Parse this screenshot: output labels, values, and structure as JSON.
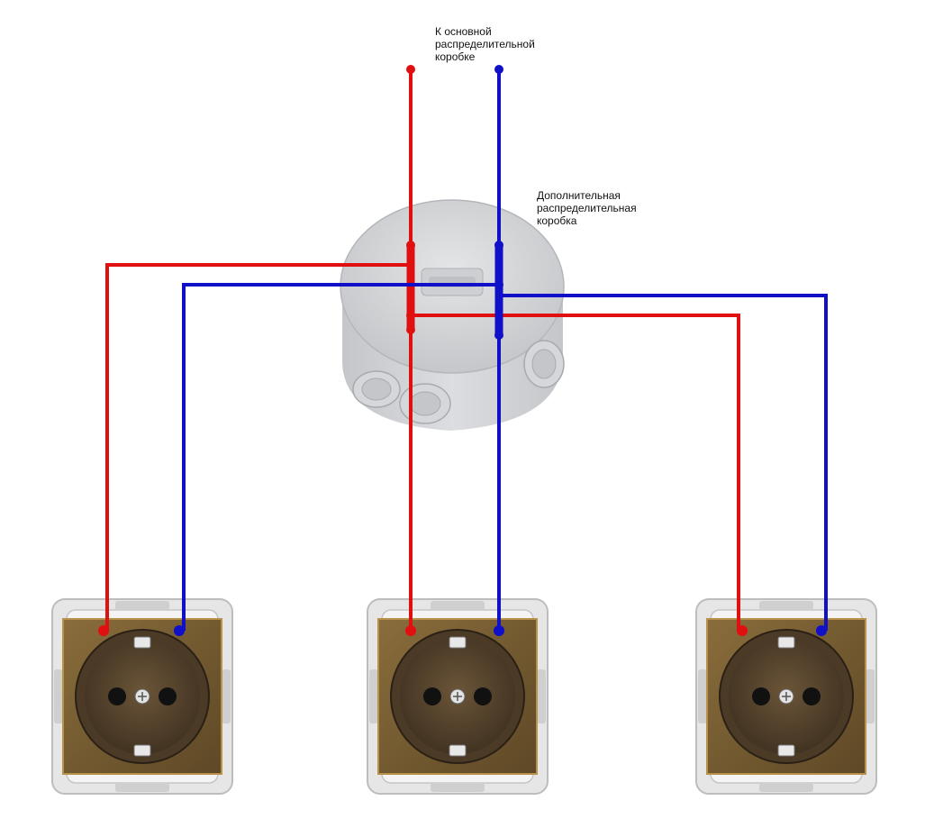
{
  "labels": {
    "main_box": "К основной\nраспределительной\nкоробке",
    "extra_box": "Дополнительная\nраспределительная\nкоробка"
  },
  "colors": {
    "phase": "#e01010",
    "neutral": "#1010c8",
    "box": "#d2d4d6",
    "socket_plate": "#7b6236",
    "socket_frame": "#d8d8d8"
  },
  "components": {
    "junction_box": "junction-box",
    "sockets": [
      "socket-left",
      "socket-center",
      "socket-right"
    ]
  }
}
